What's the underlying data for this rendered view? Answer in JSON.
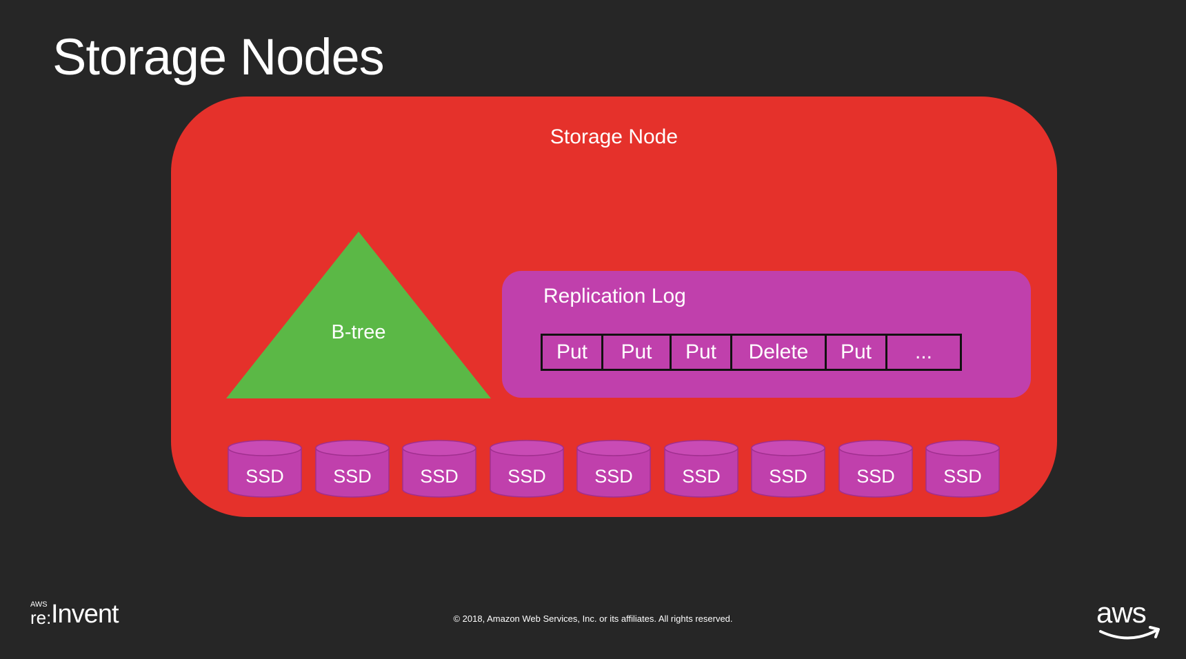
{
  "slide": {
    "title": "Storage Nodes"
  },
  "diagram": {
    "node_label": "Storage Node",
    "btree_label": "B-tree",
    "replication_log": {
      "label": "Replication Log",
      "entries": [
        "Put",
        "Put",
        "Put",
        "Delete",
        "Put",
        "..."
      ]
    },
    "ssds": [
      "SSD",
      "SSD",
      "SSD",
      "SSD",
      "SSD",
      "SSD",
      "SSD",
      "SSD",
      "SSD"
    ],
    "colors": {
      "background": "#262626",
      "node": "#e5312b",
      "btree": "#5bb846",
      "replication_log": "#c040ac",
      "ssd": "#c040ac"
    }
  },
  "footer": {
    "event_logo_small": "AWS",
    "event_logo_prefix": "re:",
    "event_logo_main": "Invent",
    "copyright": "© 2018, Amazon Web Services, Inc. or its affiliates. All rights reserved.",
    "brand_logo": "aws"
  }
}
